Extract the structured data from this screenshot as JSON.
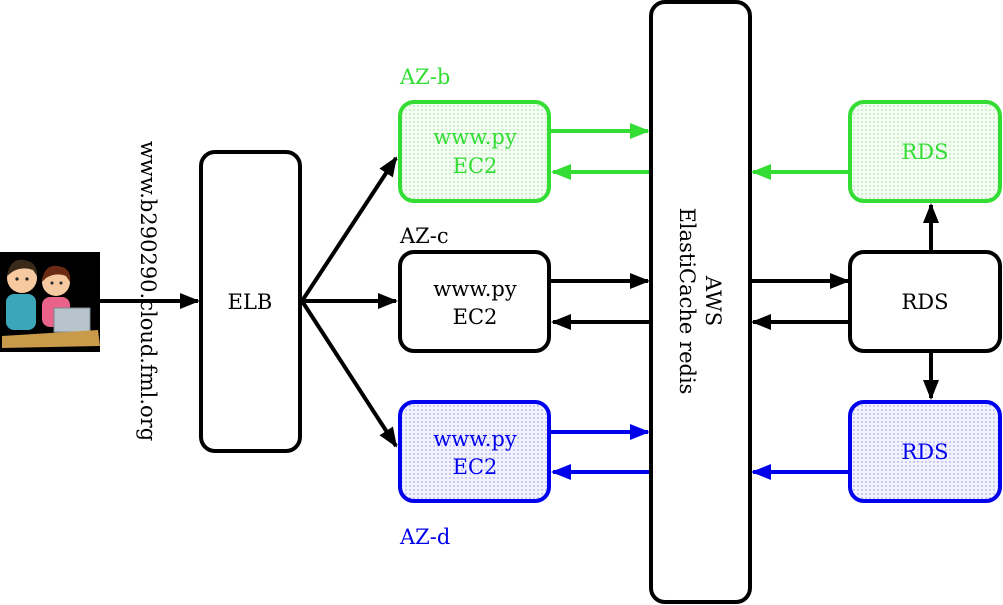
{
  "colors": {
    "black": "#000000",
    "green": "#33dd33",
    "blue": "#0000ee",
    "green_fill": "#eaf8ea",
    "blue_fill": "#e8e8fb",
    "white": "#ffffff"
  },
  "icon": {
    "name": "users-at-computer-icon"
  },
  "url": {
    "text": "www.b290290.cloud.fml.org"
  },
  "elb": {
    "label": "ELB"
  },
  "zones": {
    "b": {
      "label": "AZ-b"
    },
    "c": {
      "label": "AZ-c"
    },
    "d": {
      "label": "AZ-d"
    }
  },
  "ec2": {
    "b": {
      "line1": "www.py",
      "line2": "EC2"
    },
    "c": {
      "line1": "www.py",
      "line2": "EC2"
    },
    "d": {
      "line1": "www.py",
      "line2": "EC2"
    }
  },
  "cache": {
    "line1": "AWS",
    "line2": "ElastiCache redis"
  },
  "rds": {
    "b": {
      "label": "RDS"
    },
    "c": {
      "label": "RDS"
    },
    "d": {
      "label": "RDS"
    }
  }
}
